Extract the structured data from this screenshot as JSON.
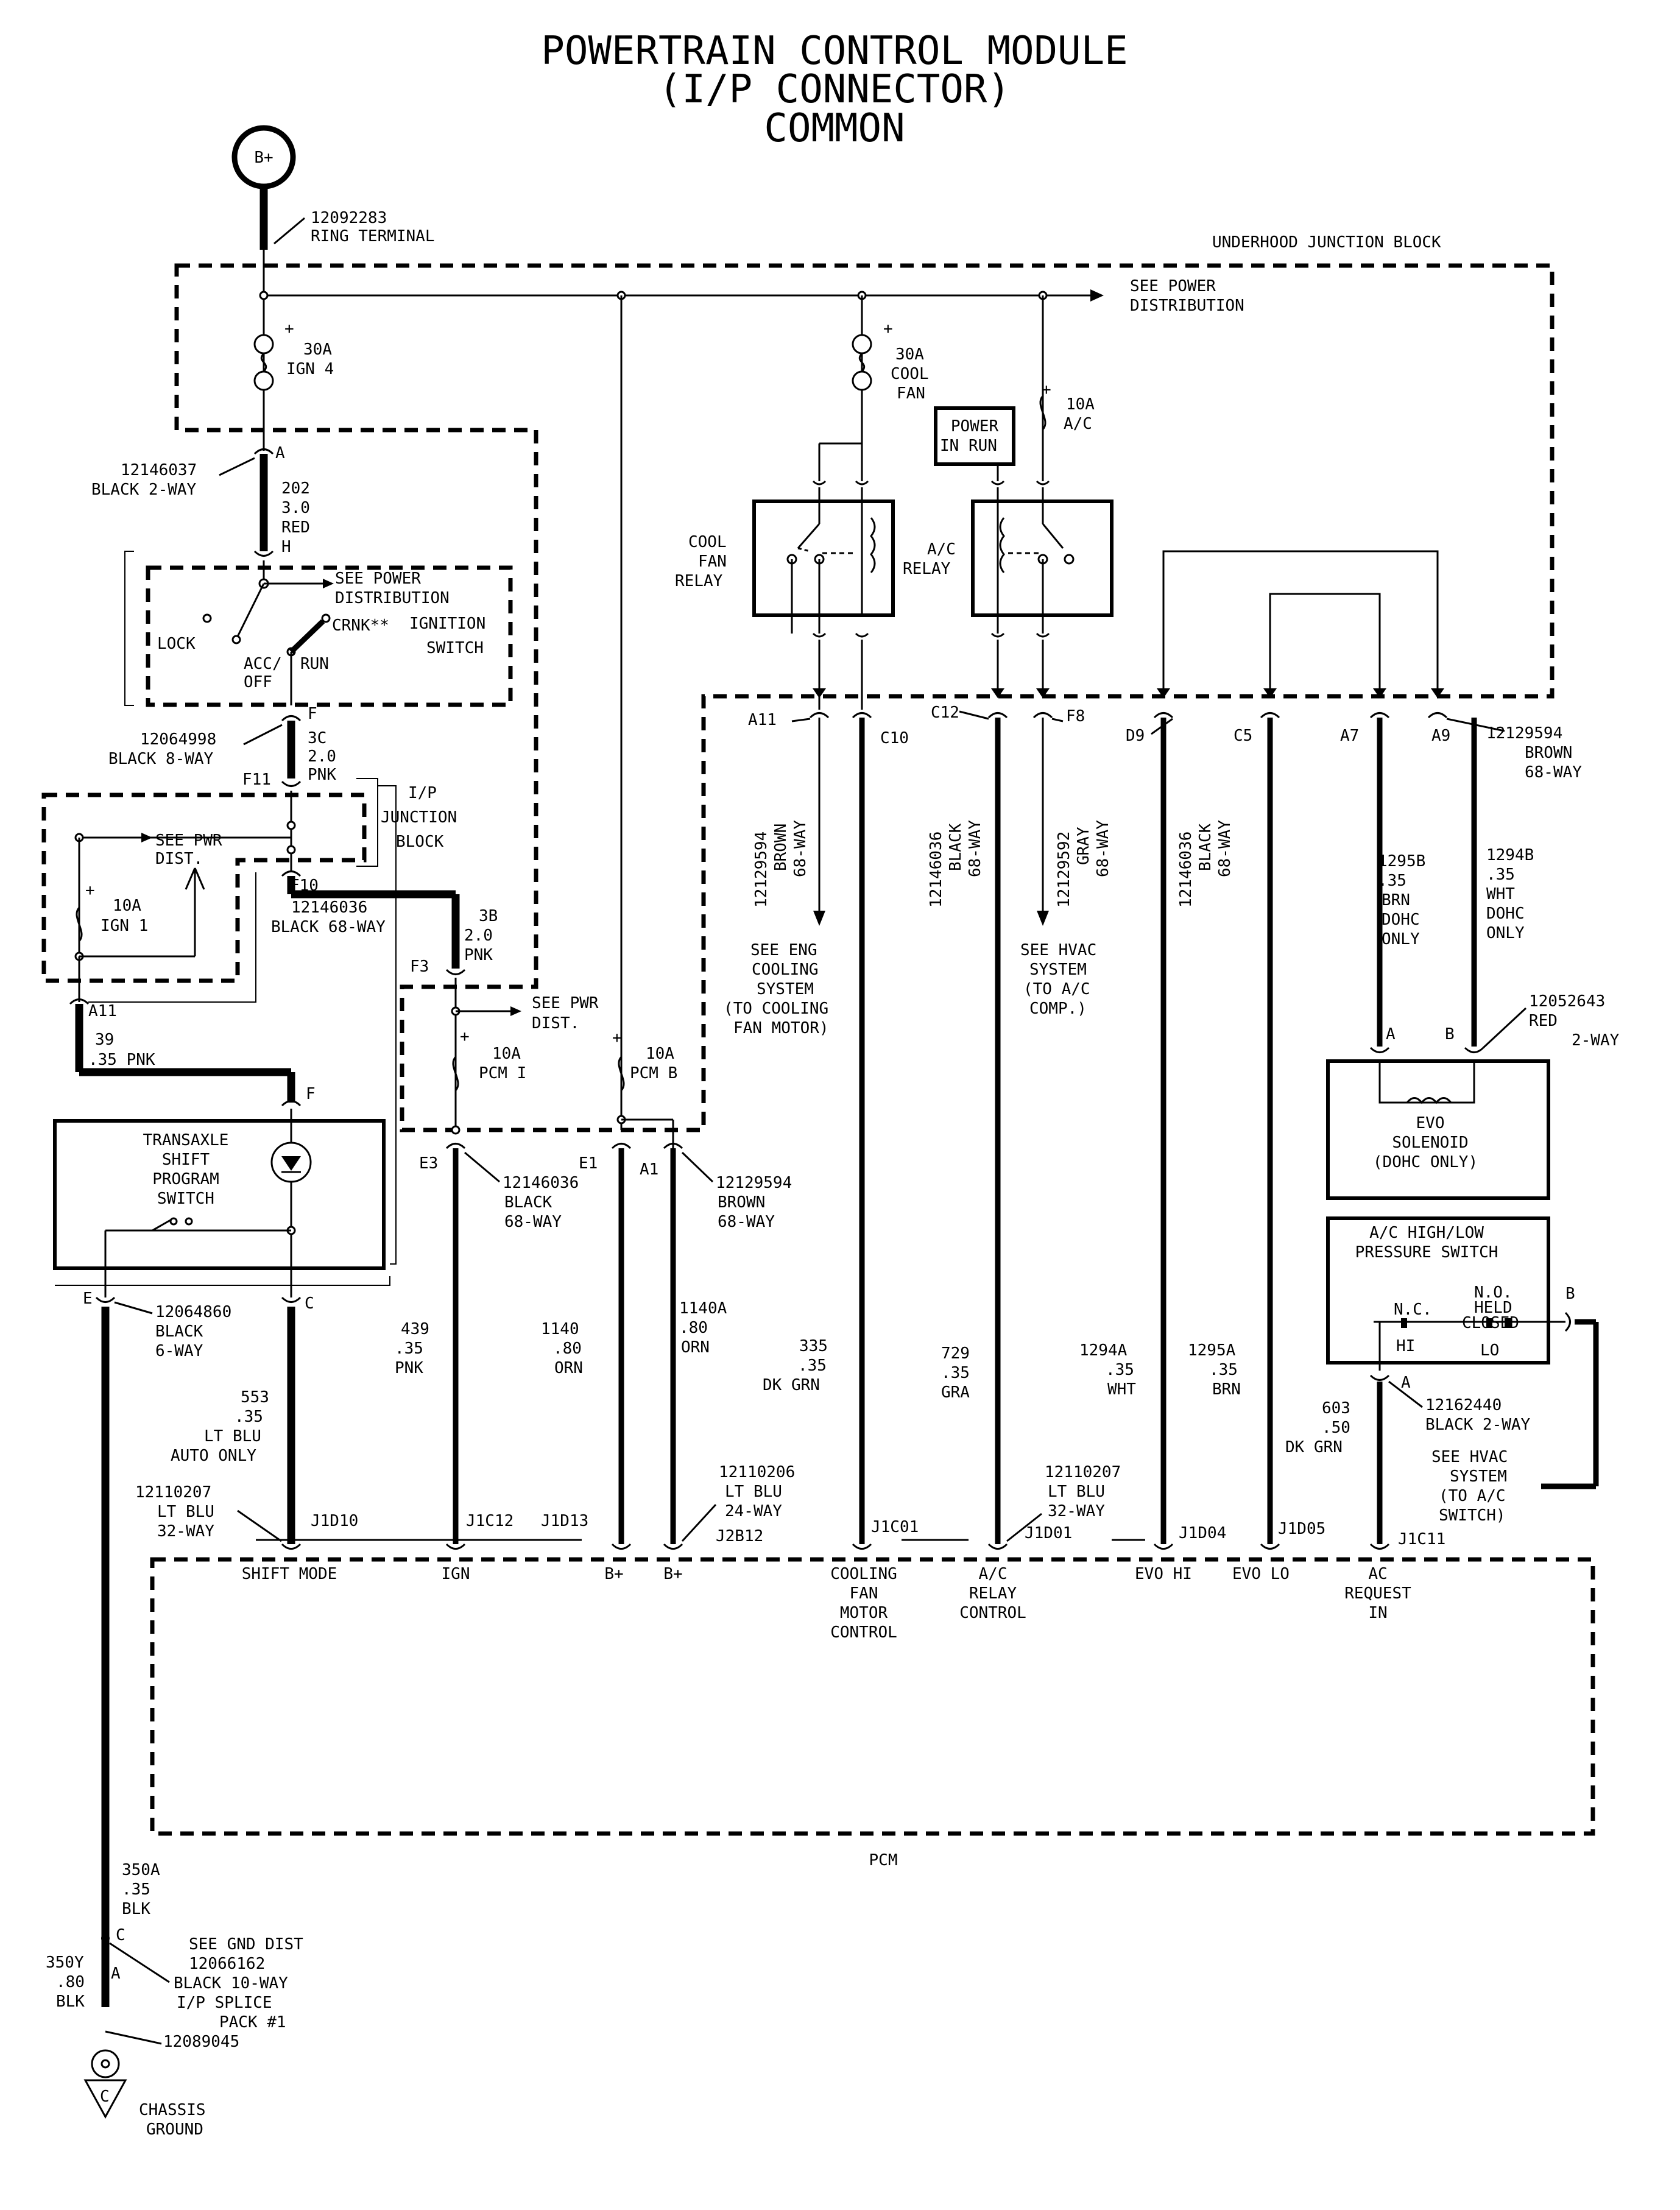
{
  "title": [
    "POWERTRAIN CONTROL MODULE",
    "(I/P CONNECTOR)",
    "COMMON"
  ],
  "source": {
    "label": "B+",
    "part": "12092283",
    "desc": "RING TERMINAL"
  },
  "underhood_block": {
    "label": "UNDERHOOD JUNCTION BLOCK",
    "see_power": [
      "SEE POWER",
      "DISTRIBUTION"
    ]
  },
  "fuses": {
    "ign4": [
      "30A",
      "IGN 4"
    ],
    "cool_fan": [
      "30A",
      "COOL",
      "FAN"
    ],
    "ac": [
      "10A",
      "A/C"
    ],
    "ign1": [
      "10A",
      "IGN 1"
    ],
    "pcm1": [
      "10A",
      "PCM I"
    ],
    "pcmb": [
      "10A",
      "PCM B"
    ]
  },
  "power_in_run": [
    "POWER",
    "IN RUN"
  ],
  "relays": {
    "cool_fan": [
      "COOL",
      "FAN",
      "RELAY"
    ],
    "ac": [
      "A/C",
      "RELAY"
    ]
  },
  "ignition_switch": {
    "label": [
      "IGNITION",
      "SWITCH"
    ],
    "see_power": [
      "SEE POWER",
      "DISTRIBUTION"
    ],
    "lock": "LOCK",
    "acc_off": [
      "ACC/",
      "OFF"
    ],
    "crnk": "CRNK**",
    "run": "RUN"
  },
  "ip_junction": {
    "label": [
      "I/P",
      "JUNCTION",
      "BLOCK"
    ],
    "see_pwr": [
      "SEE PWR",
      "DIST."
    ]
  },
  "pcm_fuse_see_pwr": [
    "SEE PWR",
    "DIST."
  ],
  "connectors": {
    "c1": [
      "12146037",
      "BLACK 2-WAY"
    ],
    "c2": [
      "12064998",
      "BLACK 8-WAY"
    ],
    "c3": [
      "12146036",
      "BLACK 68-WAY"
    ],
    "c4": [
      "12146036",
      "BLACK",
      "68-WAY"
    ],
    "c5": [
      "12129594",
      "BROWN",
      "68-WAY"
    ],
    "c6": [
      "12064860",
      "BLACK",
      "6-WAY"
    ],
    "c7": [
      "12110207",
      "LT BLU",
      "32-WAY"
    ],
    "c8": [
      "12110206",
      "LT BLU",
      "24-WAY"
    ],
    "c9": [
      "12110207",
      "LT BLU",
      "32-WAY"
    ],
    "a11_conn": [
      "12129594",
      "BROWN",
      "68-WAY"
    ],
    "c12_conn": [
      "12146036",
      "BLACK",
      "68-WAY"
    ],
    "f8_conn": [
      "12129592",
      "GRAY",
      "68-WAY"
    ],
    "d9_conn": [
      "12146036",
      "BLACK",
      "68-WAY"
    ],
    "a9_conn": [
      "12129594",
      "BROWN",
      "68-WAY"
    ],
    "evo_conn": [
      "12052643",
      "RED",
      "2-WAY"
    ],
    "ac_sw_conn": [
      "12162440",
      "BLACK 2-WAY"
    ],
    "gnd_conn": [
      "12066162",
      "BLACK 10-WAY",
      "I/P SPLICE",
      "PACK #1"
    ],
    "gnd_part": "12089045"
  },
  "wires": {
    "w202": [
      "202",
      "3.0",
      "RED"
    ],
    "w3c": [
      "3C",
      "2.0",
      "PNK"
    ],
    "w3b": [
      "3B",
      "2.0",
      "PNK"
    ],
    "w39": [
      "39",
      ".35 PNK"
    ],
    "w439": [
      "439",
      ".35",
      "PNK"
    ],
    "w1140": [
      "1140",
      ".80",
      "ORN"
    ],
    "w1140a": [
      "1140A",
      ".80",
      "ORN"
    ],
    "w553": [
      "553",
      ".35",
      "LT BLU",
      "AUTO ONLY"
    ],
    "w335": [
      "335",
      ".35",
      "DK GRN"
    ],
    "w729": [
      "729",
      ".35",
      "GRA"
    ],
    "w1294a": [
      "1294A",
      ".35",
      "WHT"
    ],
    "w1295a": [
      "1295A",
      ".35",
      "BRN"
    ],
    "w1295b": [
      "1295B",
      ".35",
      "BRN",
      "DOHC",
      "ONLY"
    ],
    "w1294b": [
      "1294B",
      ".35",
      "WHT",
      "DOHC",
      "ONLY"
    ],
    "w603": [
      "603",
      ".50",
      "DK GRN"
    ],
    "w350a": [
      "350A",
      ".35",
      "BLK"
    ],
    "w350y": [
      "350Y",
      ".80",
      "BLK"
    ]
  },
  "pins": {
    "A": "A",
    "H": "H",
    "F": "F",
    "F11": "F11",
    "F10": "F10",
    "F3": "F3",
    "A11": "A11",
    "F_tsp": "F",
    "E3": "E3",
    "E1": "E1",
    "A1": "A1",
    "E": "E",
    "C": "C",
    "uA11": "A11",
    "C10": "C10",
    "C12": "C12",
    "F8": "F8",
    "D9": "D9",
    "C5": "C5",
    "A7": "A7",
    "A9": "A9",
    "evoA": "A",
    "evoB": "B",
    "acB": "B",
    "acA": "A",
    "gC": "C",
    "gA": "A"
  },
  "see_systems": {
    "eng": [
      "SEE ENG",
      "COOLING",
      "SYSTEM",
      "(TO  COOLING",
      "FAN MOTOR)"
    ],
    "hvac": [
      "SEE HVAC",
      "SYSTEM",
      "(TO  A/C",
      "COMP.)"
    ],
    "hvac2": [
      "SEE HVAC",
      "SYSTEM",
      "(TO A/C",
      "SWITCH)"
    ]
  },
  "transaxle": [
    "TRANSAXLE",
    "SHIFT",
    "PROGRAM",
    "SWITCH"
  ],
  "evo": [
    "EVO",
    "SOLENOID",
    "(DOHC ONLY)"
  ],
  "ac_switch": {
    "label": [
      "A/C HIGH/LOW",
      "PRESSURE SWITCH"
    ],
    "nc": "N.C.",
    "no": [
      "N.O.",
      "HELD",
      "CLOSED"
    ],
    "hi": "HI",
    "lo": "LO"
  },
  "pcm": {
    "label": "PCM",
    "pins": [
      "J1D10",
      "J1C12",
      "J1D13",
      "J2B12",
      "J1C01",
      "J1D01",
      "J1D04",
      "J1D05",
      "J1C11"
    ],
    "funcs": {
      "shift": "SHIFT MODE",
      "ign": "IGN",
      "bp1": "B+",
      "bp2": "B+",
      "cool": [
        "COOLING",
        "FAN",
        "MOTOR",
        "CONTROL"
      ],
      "acr": [
        "A/C",
        "RELAY",
        "CONTROL"
      ],
      "evohi": "EVO HI",
      "evolo": "EVO LO",
      "acreq": [
        "AC",
        "REQUEST",
        "IN"
      ]
    }
  },
  "ground": {
    "see": "SEE GND DIST",
    "chassis": [
      "CHASSIS",
      "GROUND"
    ],
    "sym": "C"
  }
}
